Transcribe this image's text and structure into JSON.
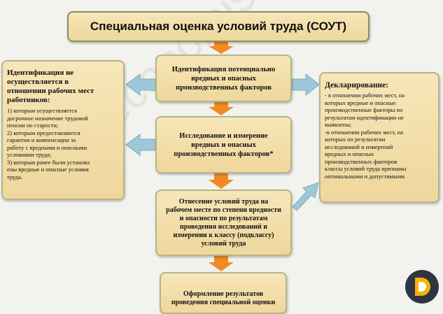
{
  "title": "Специальная оценка условий труда (СОУТ)",
  "steps": [
    [
      "Идентификация потенциально",
      "вредных и опасных",
      "производственных  факторов"
    ],
    [
      "Исследование и измерение",
      "вредных и опасных",
      "производственных факторов*"
    ],
    [
      "Отнесение условий труда на",
      "рабочем месте по степени вредности",
      "и опасности по результатам",
      "проведения исследований и",
      "измерении к классу (подклассу)",
      "условий труда"
    ],
    [
      "Оформление результатов",
      "проведения специальной оценки"
    ]
  ],
  "left": {
    "heading": [
      "Идентификация не",
      "осуществляется в",
      "отношении рабочих мест",
      "работников:"
    ],
    "lines": [
      "1) которым осуществляется",
      "досрочное  назначение  трудовой",
      "пенсии по старости;",
      "2) которым предоставляются",
      "гарантии и компенсации за",
      "работу  с  вредными  и  опасными",
      "условиями труда;",
      " 3) которым ранее были установл",
      "ены вредные и опасные   условия",
      "труда."
    ]
  },
  "right": {
    "heading": "Декларирование:",
    "lines": [
      "- в отношении рабочих мест, на",
      "которых вредные и опасные",
      "производственные факторы по",
      "результатам  идентификации не",
      "выявлены;",
      "-в отношении рабочих мест, на",
      "которых   по результатам",
      "исследований и измерений",
      "вредных и опасных",
      "производственных факторов",
      "классы условий труда признаны",
      "оптимальными и допустимыми."
    ]
  },
  "watermark": "ac-economist.ru",
  "colors": {
    "box_fill": "#f2dfa8",
    "box_border": "#b5b58a",
    "arrow_orange": "#f08a24",
    "arrow_blue": "#9dc8d8"
  }
}
